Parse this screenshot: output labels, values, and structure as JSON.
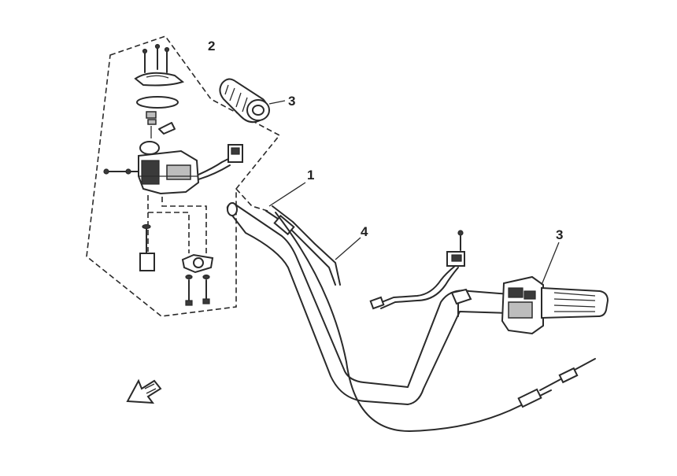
{
  "callouts": [
    {
      "id": "label-1",
      "text": "1"
    },
    {
      "id": "label-2",
      "text": "2"
    },
    {
      "id": "label-3-top",
      "text": "3"
    },
    {
      "id": "label-3-right",
      "text": "3"
    },
    {
      "id": "label-4",
      "text": "4"
    }
  ],
  "icons": {
    "direction": "front-direction-arrow-icon"
  }
}
